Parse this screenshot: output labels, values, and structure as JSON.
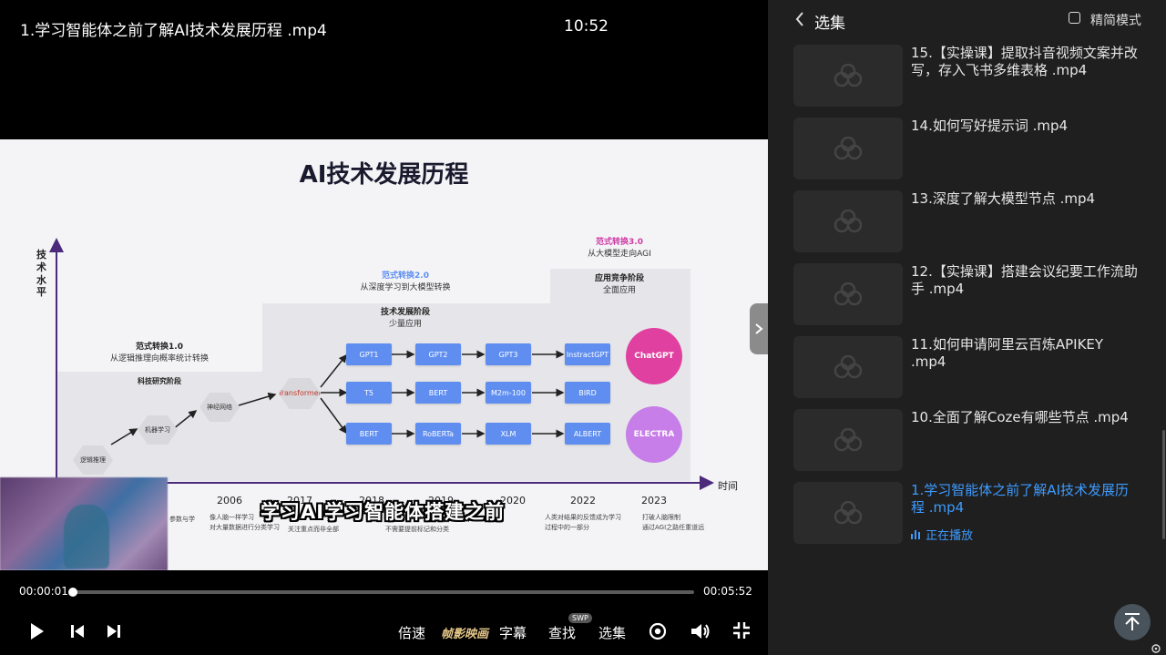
{
  "video": {
    "title": "1.学习智能体之前了解AI技术发展历程 .mp4",
    "clock": "10:52"
  },
  "slide": {
    "title": "AI技术发展历程",
    "y_axis": "技术水平",
    "x_axis": "时间",
    "stage1": {
      "phase": "范式转换1.0",
      "desc": "从逻辑推理向概率统计转换",
      "stage": "科技研究阶段"
    },
    "stage2": {
      "phase": "范式转换2.0",
      "desc": "从深度学习到大模型转换",
      "stage": "技术发展阶段",
      "sub": "少量应用"
    },
    "stage3": {
      "phase": "范式转换3.0",
      "desc": "从大模型走向AGI",
      "stage": "应用竞争阶段",
      "sub": "全面应用"
    },
    "early_nodes": [
      "逻辑推理",
      "机器学习",
      "神经网络"
    ],
    "transformer": "Transformer",
    "rows": [
      [
        "GPT1",
        "GPT2",
        "GPT3",
        "InstractGPT"
      ],
      [
        "T5",
        "BERT",
        "M2m-100",
        "BIRD"
      ],
      [
        "BERT",
        "RoBERTa",
        "XLM",
        "ALBERT"
      ]
    ],
    "bubbles": [
      "ChatGPT",
      "ELECTRA"
    ],
    "years": [
      "2006",
      "2017",
      "2018",
      "2019",
      "2020",
      "2022",
      "2023"
    ],
    "notes": [
      "参数与学",
      "像人脑一样学习",
      "对大量数据进行分类学习",
      "关注重点而非全部",
      "不需要提前标记和分类",
      "人类对结果的反馈成为学习过程中的一部分",
      "打破人脑限制",
      "通过AGI之路任重道远"
    ]
  },
  "subtitle": "学习AI学习智能体搭建之前",
  "player": {
    "current": "00:00:01",
    "total": "00:05:52",
    "progress": 0.003,
    "speed": "倍速",
    "zhenying": "帧影映画",
    "captions": "字幕",
    "search": "查找",
    "swp": "SWP",
    "episodes": "选集"
  },
  "panel": {
    "title": "选集",
    "simple_mode": "精简模式",
    "items": [
      {
        "name": "15.【实操课】提取抖音视频文案并改写，存入飞书多维表格 .mp4"
      },
      {
        "name": "14.如何写好提示词 .mp4"
      },
      {
        "name": "13.深度了解大模型节点 .mp4"
      },
      {
        "name": "12.【实操课】搭建会议纪要工作流助手 .mp4"
      },
      {
        "name": "11.如何申请阿里云百炼APIKEY .mp4"
      },
      {
        "name": "10.全面了解Coze有哪些节点 .mp4"
      },
      {
        "name": "1.学习智能体之前了解AI技术发展历程 .mp4"
      }
    ],
    "now_playing": "正在播放"
  },
  "colors": {
    "accent": "#3d9bff",
    "node": "#5f8ef0",
    "chatgpt": "#e040a0",
    "electra": "#c77ee8"
  }
}
